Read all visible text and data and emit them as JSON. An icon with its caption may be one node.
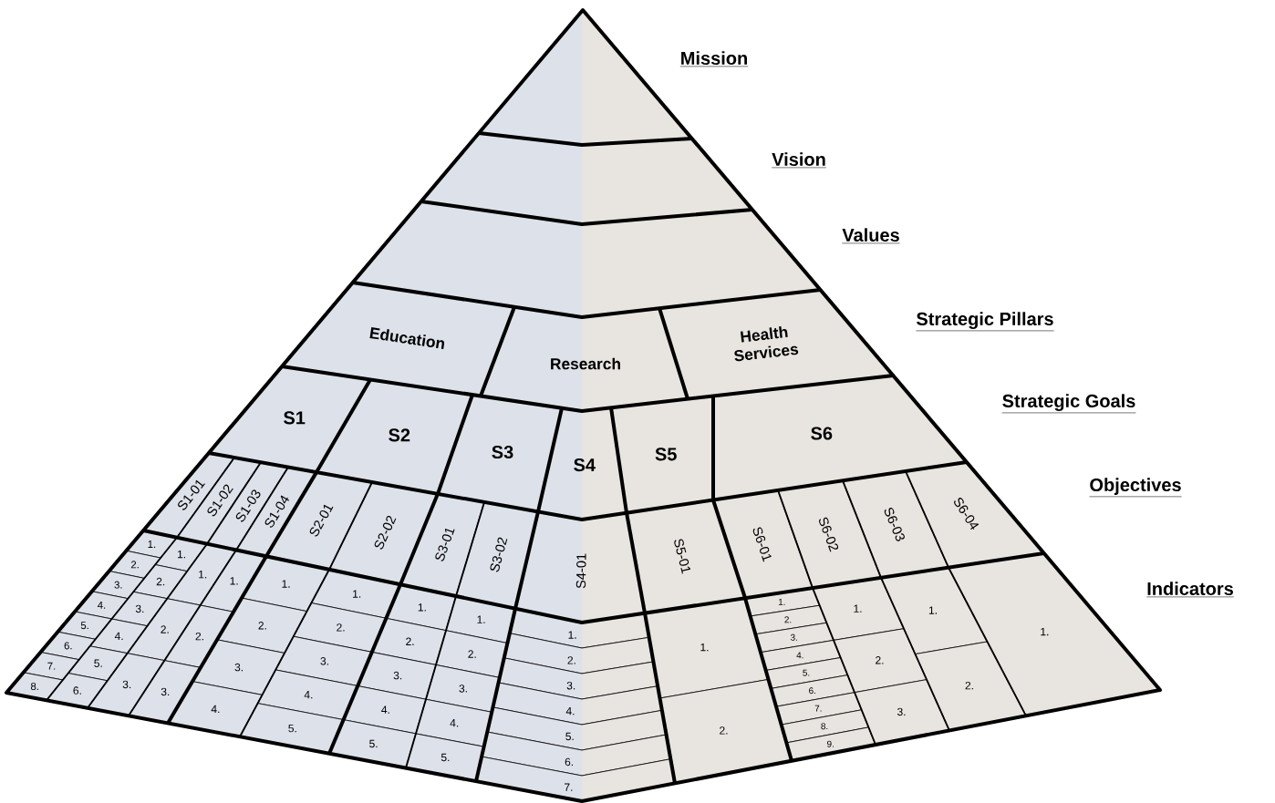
{
  "diagram": {
    "nodes": [
      {
        "text": [],
        "shape": "band"
      },
      {
        "text": [],
        "shape": "band"
      },
      {
        "text": [],
        "shape": "band"
      },
      {
        "text": [
          "Education"
        ]
      },
      {
        "text": [
          "Research"
        ]
      },
      {
        "text": [
          "Health Services"
        ]
      },
      {
        "text": [
          "S1"
        ]
      },
      {
        "text": [
          "S2"
        ]
      },
      {
        "text": [
          "S3"
        ]
      },
      {
        "text": [
          "S4"
        ]
      },
      {
        "text": [
          "S5"
        ]
      },
      {
        "text": [
          "S6"
        ]
      },
      {
        "text": [
          "S1-01"
        ]
      },
      {
        "text": [
          "S1-02"
        ]
      },
      {
        "text": [
          "S1-03"
        ]
      },
      {
        "text": [
          "S1-04"
        ]
      },
      {
        "text": [
          "S2-01"
        ]
      },
      {
        "text": [
          "S2-02"
        ]
      },
      {
        "text": [
          "S3-01"
        ]
      },
      {
        "text": [
          "S3-02"
        ]
      },
      {
        "text": [
          "S4-01"
        ]
      },
      {
        "text": [
          "S5-01"
        ]
      },
      {
        "text": [
          "S6-01"
        ]
      },
      {
        "text": [
          "S6-02"
        ]
      },
      {
        "text": [
          "S6-03"
        ]
      },
      {
        "text": [
          "S6-04"
        ]
      },
      {
        "text": [
          "1."
        ]
      },
      {
        "text": [
          "2."
        ]
      },
      {
        "text": [
          "3."
        ]
      },
      {
        "text": [
          "4."
        ]
      },
      {
        "text": [
          "5."
        ]
      },
      {
        "text": [
          "6."
        ]
      },
      {
        "text": [
          "7."
        ]
      },
      {
        "text": [
          "8."
        ]
      },
      {
        "text": [
          "1."
        ]
      },
      {
        "text": [
          "2."
        ]
      },
      {
        "text": [
          "3."
        ]
      },
      {
        "text": [
          "4."
        ]
      },
      {
        "text": [
          "5."
        ]
      },
      {
        "text": [
          "6."
        ]
      },
      {
        "text": [
          "1."
        ]
      },
      {
        "text": [
          "2."
        ]
      },
      {
        "text": [
          "3."
        ]
      },
      {
        "text": [
          "1."
        ]
      },
      {
        "text": [
          "2."
        ]
      },
      {
        "text": [
          "3."
        ]
      },
      {
        "text": [
          "1."
        ]
      },
      {
        "text": [
          "2."
        ]
      },
      {
        "text": [
          "3."
        ]
      },
      {
        "text": [
          "4."
        ]
      },
      {
        "text": [
          "1."
        ]
      },
      {
        "text": [
          "2."
        ]
      },
      {
        "text": [
          "3."
        ]
      },
      {
        "text": [
          "4."
        ]
      },
      {
        "text": [
          "5."
        ]
      },
      {
        "text": [
          "1."
        ]
      },
      {
        "text": [
          "2."
        ]
      },
      {
        "text": [
          "3."
        ]
      },
      {
        "text": [
          "4."
        ]
      },
      {
        "text": [
          "5."
        ]
      },
      {
        "text": [
          "1."
        ]
      },
      {
        "text": [
          "2."
        ]
      },
      {
        "text": [
          "3."
        ]
      },
      {
        "text": [
          "4."
        ]
      },
      {
        "text": [
          "5."
        ]
      },
      {
        "text": [
          "1."
        ]
      },
      {
        "text": [
          "2."
        ]
      },
      {
        "text": [
          "3."
        ]
      },
      {
        "text": [
          "4."
        ]
      },
      {
        "text": [
          "5."
        ]
      },
      {
        "text": [
          "6."
        ]
      },
      {
        "text": [
          "7."
        ]
      },
      {
        "text": [
          "1."
        ]
      },
      {
        "text": [
          "2."
        ]
      },
      {
        "text": [
          "1."
        ]
      },
      {
        "text": [
          "2."
        ]
      },
      {
        "text": [
          "3."
        ]
      },
      {
        "text": [
          "4."
        ]
      },
      {
        "text": [
          "5."
        ]
      },
      {
        "text": [
          "6."
        ]
      },
      {
        "text": [
          "7."
        ]
      },
      {
        "text": [
          "8."
        ]
      },
      {
        "text": [
          "9."
        ]
      },
      {
        "text": [
          "1."
        ]
      },
      {
        "text": [
          "2."
        ]
      },
      {
        "text": [
          "3."
        ]
      },
      {
        "text": [
          "1."
        ]
      },
      {
        "text": [
          "2."
        ]
      },
      {
        "text": [
          "1."
        ]
      }
    ],
    "labels": [
      "Mission",
      "Vision",
      "Values",
      "Strategic Pillars",
      "Strategic Goals",
      "Objectives",
      "Indicators"
    ]
  }
}
